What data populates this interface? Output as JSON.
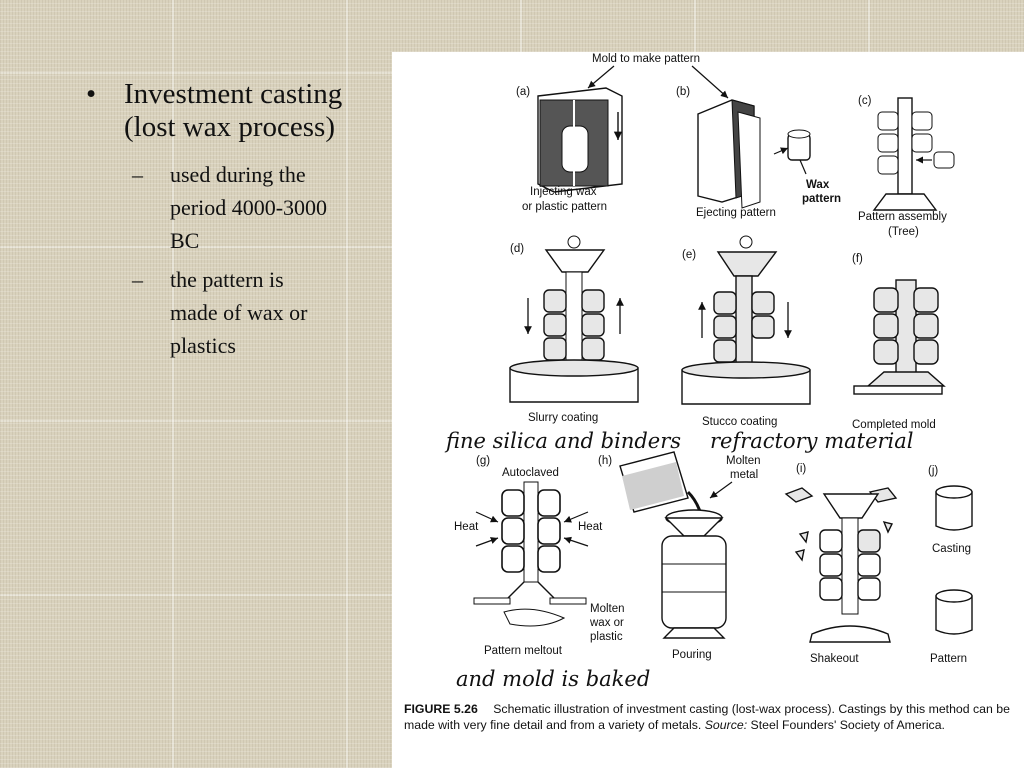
{
  "slide": {
    "bullet": {
      "marker": "•",
      "text_line1": "Investment casting",
      "text_line2": "(lost wax process)"
    },
    "sub_bullets": [
      {
        "marker": "–",
        "lines": [
          "used during the",
          "period 4000-3000",
          "BC"
        ]
      },
      {
        "marker": "–",
        "lines": [
          "the pattern is",
          "made of wax or",
          "plastics"
        ]
      }
    ]
  },
  "figure": {
    "top_callout": "Mold to make pattern",
    "panels": {
      "a": {
        "letter": "(a)",
        "caption_line1": "Injecting wax",
        "caption_line2": "or plastic pattern"
      },
      "b": {
        "letter": "(b)",
        "caption": "Ejecting pattern",
        "callout_line1": "Wax",
        "callout_line2": "pattern"
      },
      "c": {
        "letter": "(c)",
        "caption_line1": "Pattern assembly",
        "caption_line2": "(Tree)"
      },
      "d": {
        "letter": "(d)",
        "caption": "Slurry coating"
      },
      "e": {
        "letter": "(e)",
        "caption": "Stucco coating"
      },
      "f": {
        "letter": "(f)",
        "caption": "Completed mold"
      },
      "g": {
        "letter": "(g)",
        "top_label": "Autoclaved",
        "heat_left": "Heat",
        "heat_right": "Heat",
        "callout_line1": "Molten",
        "callout_line2": "wax or",
        "callout_line3": "plastic",
        "caption": "Pattern meltout"
      },
      "h": {
        "letter": "(h)",
        "callout_line1": "Molten",
        "callout_line2": "metal",
        "caption": "Pouring"
      },
      "i": {
        "letter": "(i)",
        "caption": "Shakeout"
      },
      "j": {
        "letter": "(j)",
        "label_top": "Casting",
        "label_bottom": "Pattern"
      }
    },
    "handwritten": {
      "note1": "fine silica and binders",
      "note2": "refractory material",
      "note3": "and mold is baked"
    },
    "caption": {
      "number": "FIGURE 5.26",
      "text_before_source": "Schematic illustration of investment casting (lost-wax process). Castings by this method can be made with very fine detail and from a variety of metals.",
      "source_label": "Source:",
      "source_text": "Steel Founders' Society of America."
    }
  }
}
